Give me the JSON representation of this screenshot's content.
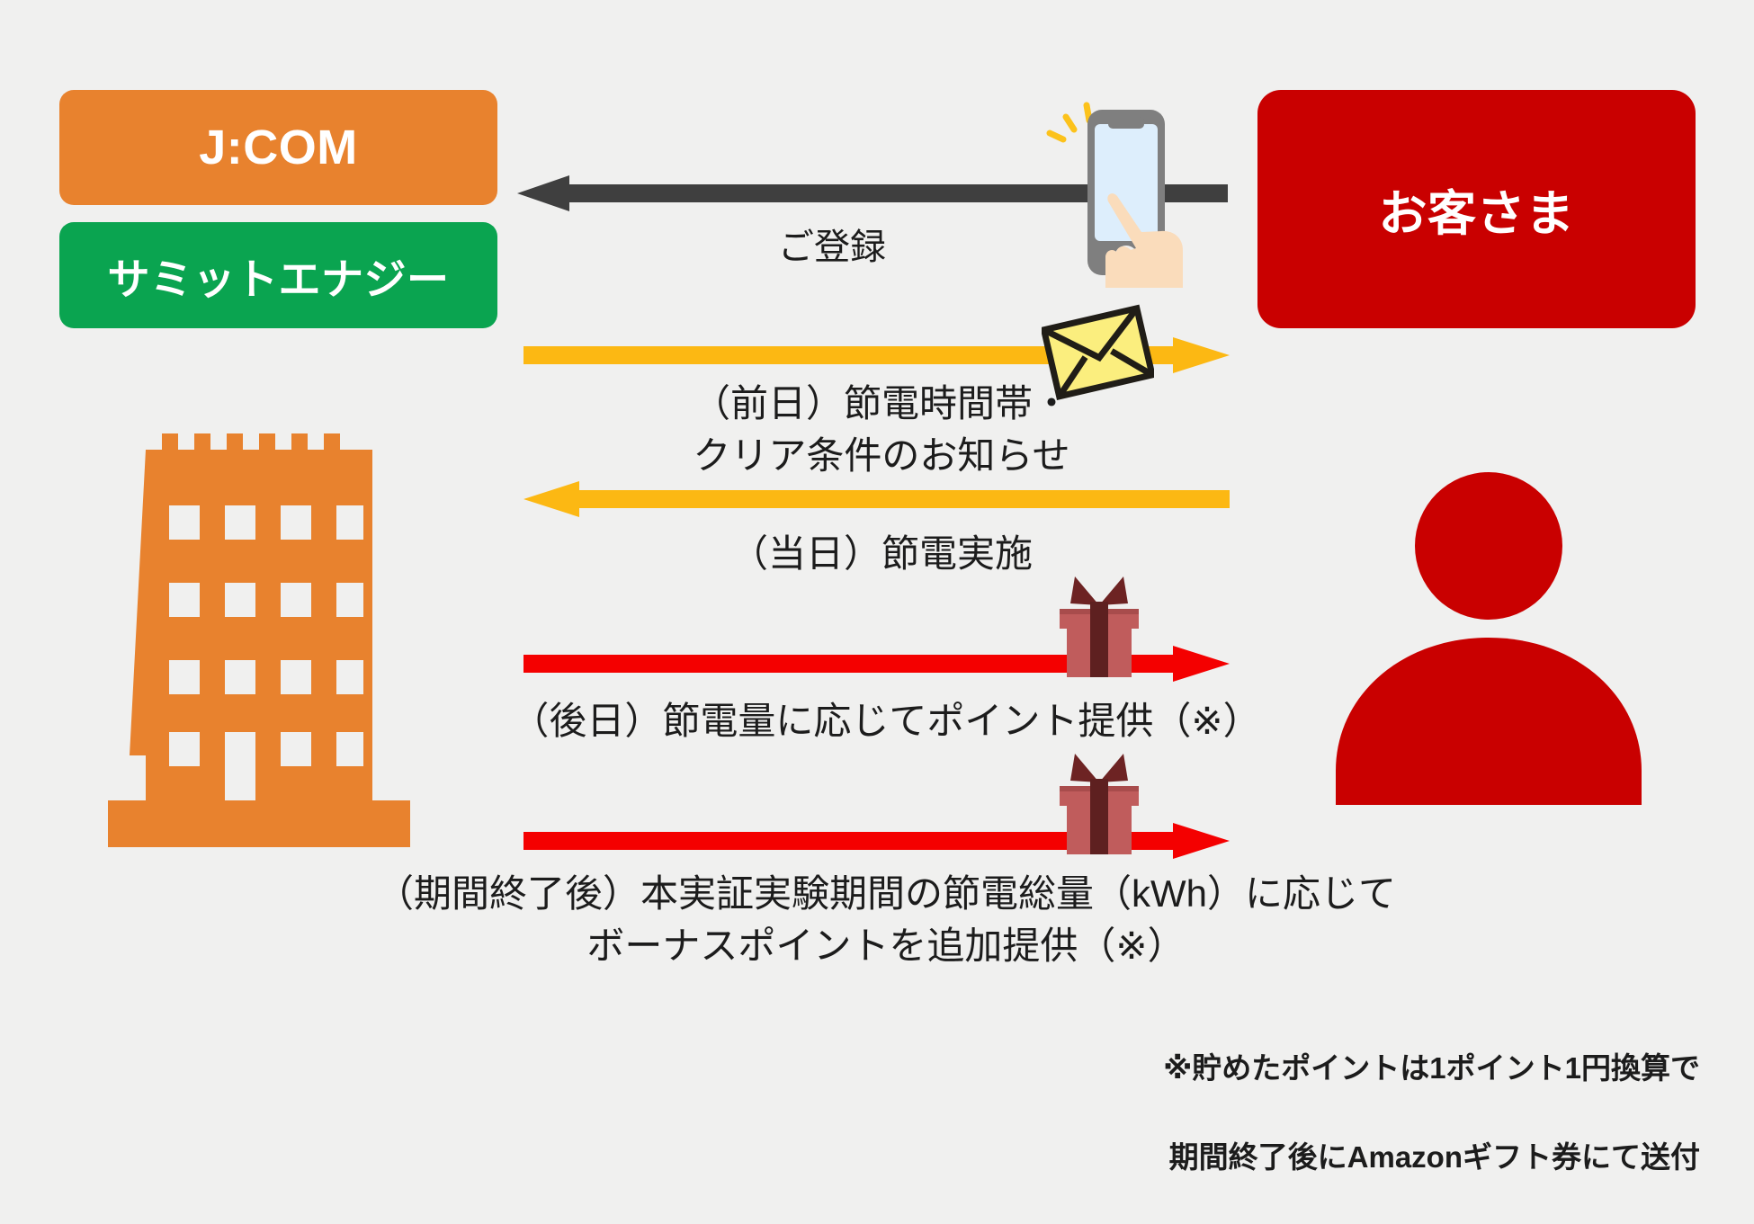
{
  "background_color": "#f0f0ef",
  "actors": {
    "jcom": {
      "label": "J:COM",
      "color": "#e8822e"
    },
    "summit": {
      "label": "サミットエナジー",
      "color": "#0aa450"
    },
    "customer": {
      "label": "お客さま",
      "color": "#c90000"
    }
  },
  "icons": {
    "building": "building-icon",
    "person": "person-icon",
    "phone": "phone-tap-icon",
    "envelope": "envelope-icon",
    "gift": "gift-box-icon"
  },
  "flows": [
    {
      "id": "register",
      "label": "ご登録",
      "direction": "right-to-left",
      "color": "#3f3f3f",
      "icon": "phone-tap-icon"
    },
    {
      "id": "notice",
      "label": "（前日）節電時間帯・\nクリア条件のお知らせ",
      "line1": "（前日）節電時間帯・",
      "line2": "クリア条件のお知らせ",
      "direction": "left-to-right",
      "color": "#fcb813",
      "icon": "envelope-icon"
    },
    {
      "id": "execute",
      "label": "（当日）節電実施",
      "direction": "right-to-left",
      "color": "#fcb813",
      "icon": ""
    },
    {
      "id": "points",
      "label": "（後日）節電量に応じてポイント提供（※）",
      "direction": "left-to-right",
      "color": "#f40000",
      "icon": "gift-box-icon"
    },
    {
      "id": "bonus-points",
      "label": "（期間終了後）本実証実験期間の節電総量（kWh）に応じて\nボーナスポイントを追加提供（※）",
      "line1": "（期間終了後）本実証実験期間の節電総量（kWh）に応じて",
      "line2": "ボーナスポイントを追加提供（※）",
      "direction": "left-to-right",
      "color": "#f40000",
      "icon": "gift-box-icon"
    }
  ],
  "footnote": {
    "line1": "※貯めたポイントは1ポイント1円換算で",
    "line2": "期間終了後にAmazonギフト券にて送付",
    "text": "※貯めたポイントは1ポイント1円換算で\n期間終了後にAmazonギフト券にて送付"
  }
}
